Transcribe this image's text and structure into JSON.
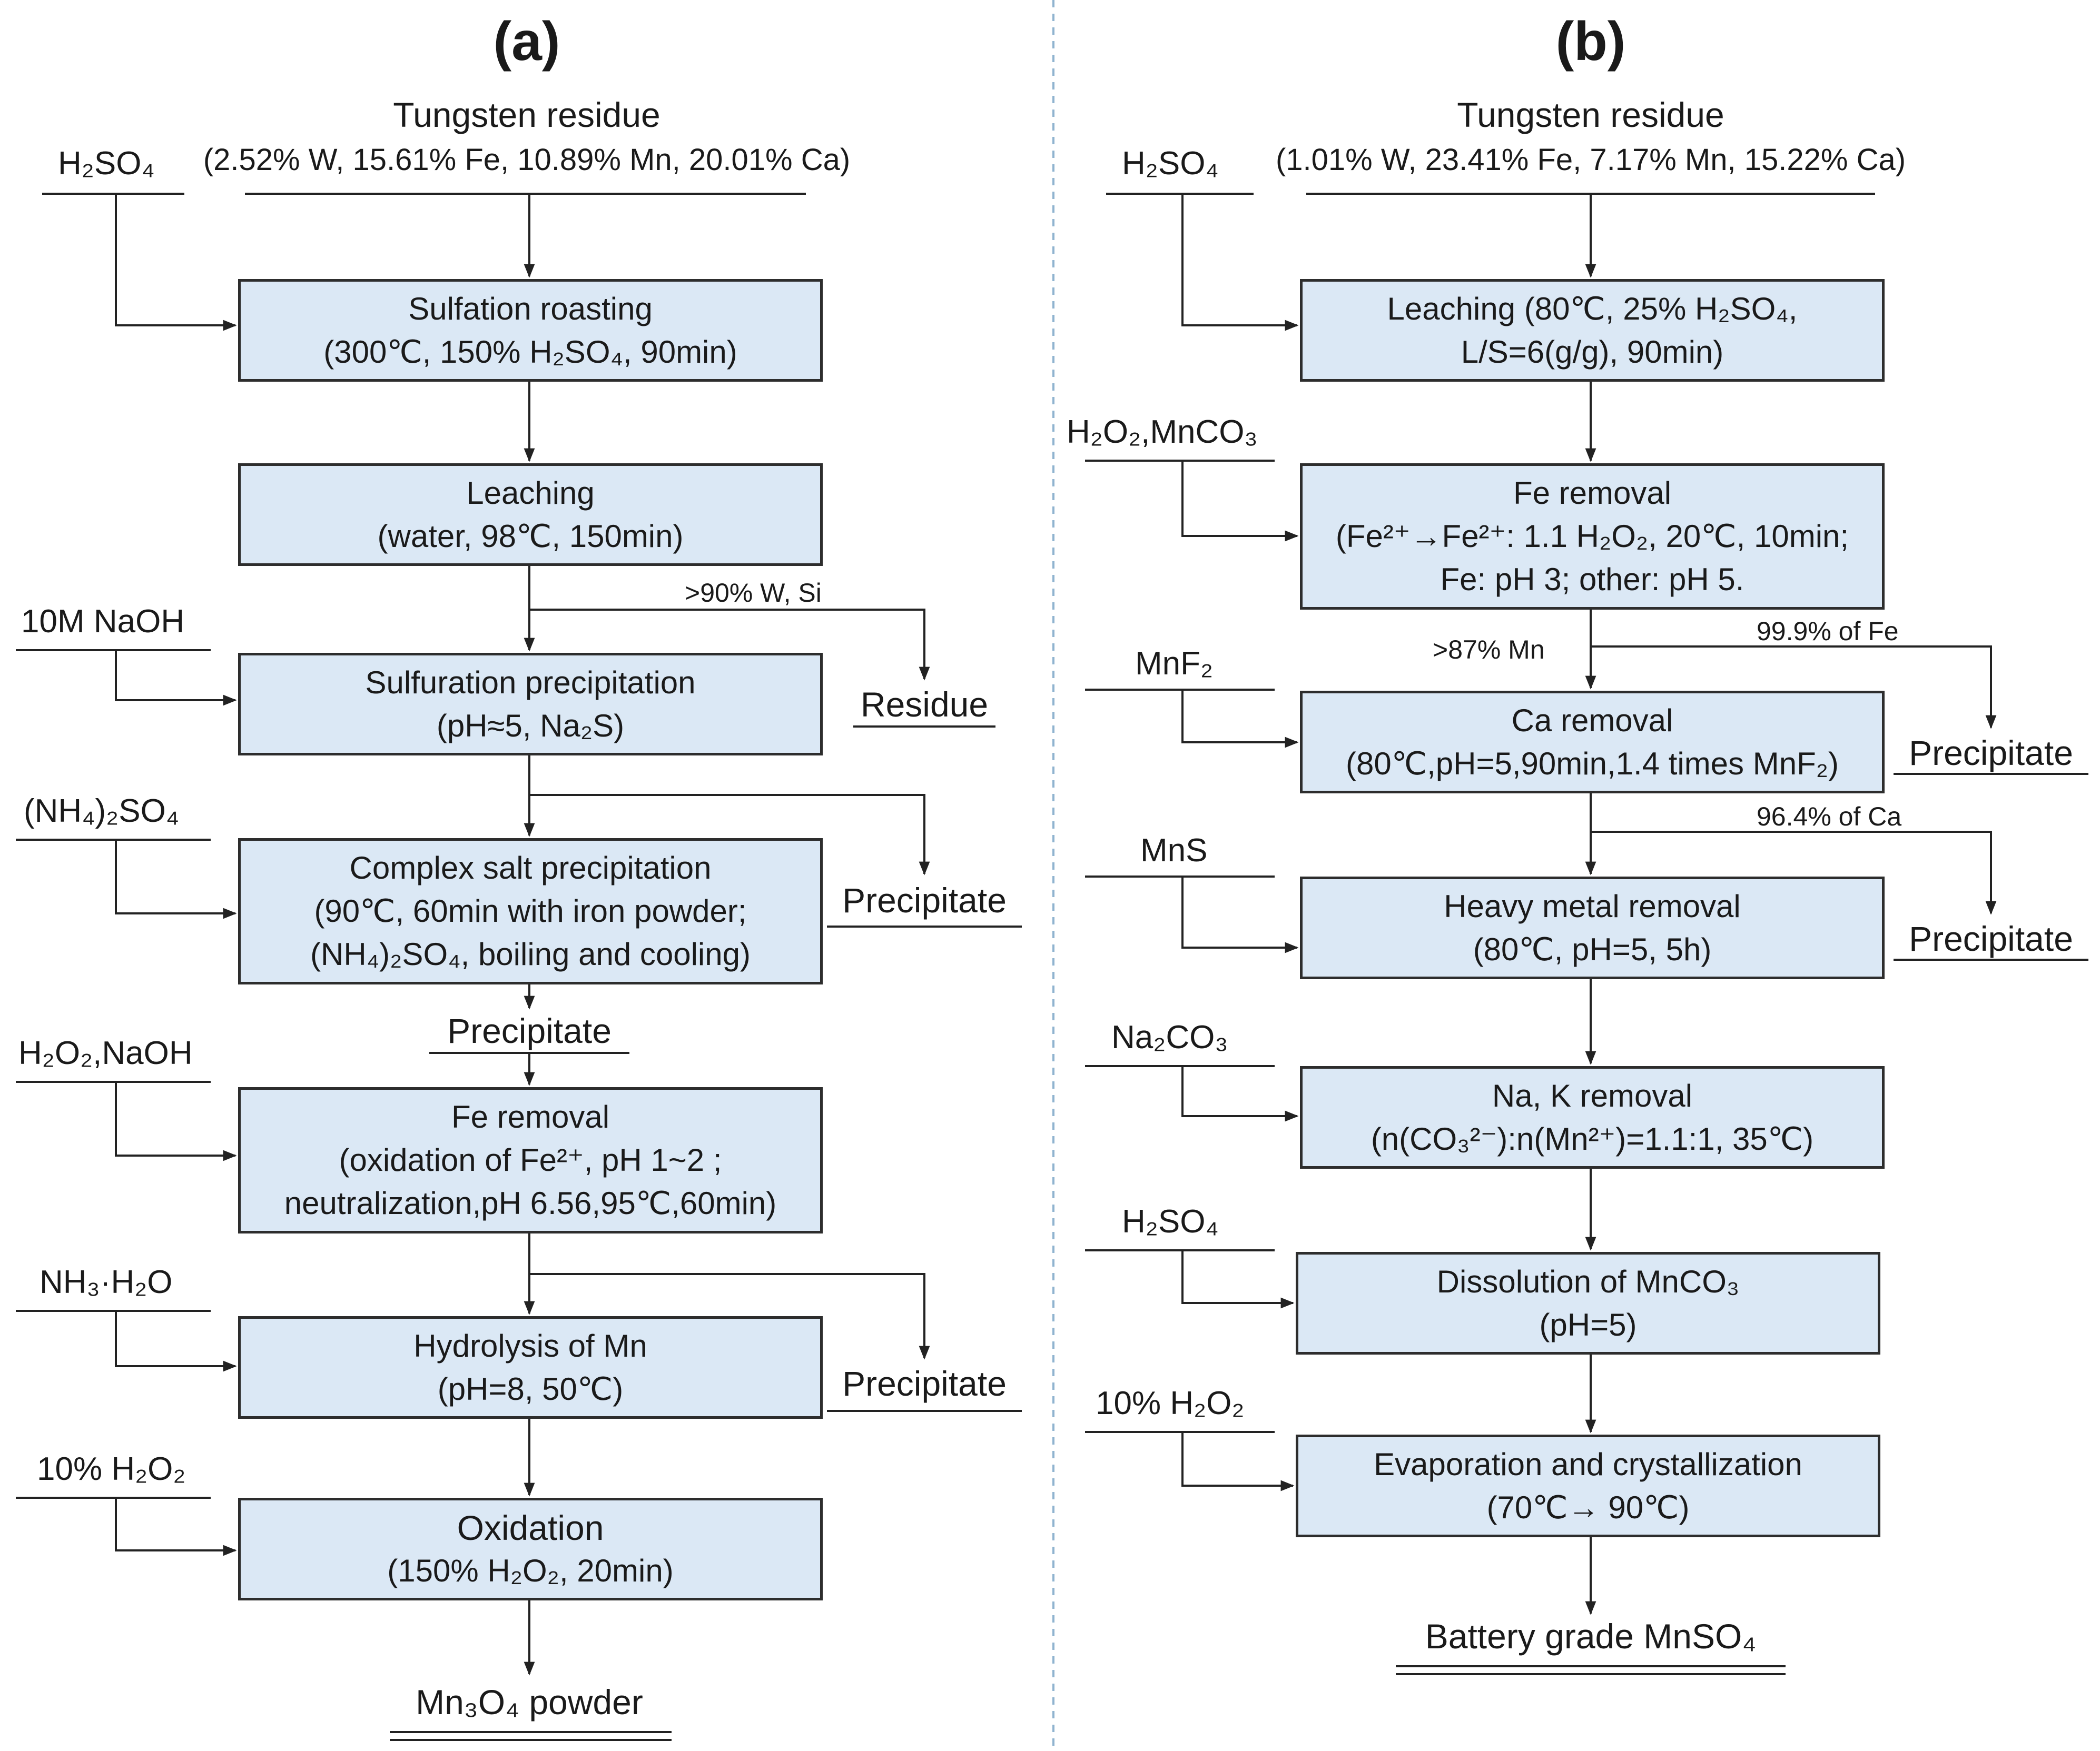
{
  "panel_a": {
    "label": "(a)",
    "source_title": "Tungsten residue",
    "source_comp": "(2.52% W, 15.61% Fe, 10.89% Mn, 20.01% Ca)",
    "steps": [
      {
        "title": "Sulfation roasting",
        "detail": "(300℃, 150% H₂SO₄, 90min)"
      },
      {
        "title": "Leaching",
        "detail": "(water, 98℃, 150min)"
      },
      {
        "title": "Sulfuration precipitation",
        "detail": "(pH≈5, Na₂S)"
      },
      {
        "title": "Complex salt precipitation",
        "detail": "(90℃, 60min with iron powder;",
        "detail2": "(NH₄)₂SO₄, boiling and cooling)"
      },
      {
        "title": "Fe removal",
        "detail": "(oxidation of Fe²⁺, pH 1~2 ;",
        "detail2": "neutralization,pH 6.56,95℃,60min)"
      },
      {
        "title": "Hydrolysis of Mn",
        "detail": "(pH=8, 50℃)"
      },
      {
        "title": "Oxidation",
        "detail": "(150% H₂O₂, 20min)"
      }
    ],
    "reagents": [
      "H₂SO₄",
      "10M NaOH",
      "(NH₄)₂SO₄",
      "H₂O₂,NaOH",
      "NH₃·H₂O",
      "10% H₂O₂"
    ],
    "side_outputs": [
      "Residue",
      "Precipitate",
      "Precipitate"
    ],
    "note_leach": ">90% W, Si",
    "mid_precipitate": "Precipitate",
    "product": "Mn₃O₄ powder"
  },
  "panel_b": {
    "label": "(b)",
    "source_title": "Tungsten residue",
    "source_comp": "(1.01% W, 23.41% Fe, 7.17% Mn, 15.22% Ca)",
    "steps": [
      {
        "title": "Leaching (80℃, 25% H₂SO₄,",
        "detail": "L/S=6(g/g), 90min)"
      },
      {
        "title": "Fe removal",
        "detail": "(Fe²⁺→Fe²⁺: 1.1 H₂O₂, 20℃, 10min;",
        "detail2": "Fe: pH 3; other: pH 5."
      },
      {
        "title": "Ca removal",
        "detail": "(80℃,pH=5,90min,1.4 times MnF₂)"
      },
      {
        "title": "Heavy metal removal",
        "detail": "(80℃, pH=5, 5h)"
      },
      {
        "title": "Na, K removal",
        "detail": "(n(CO₃²⁻):n(Mn²⁺)=1.1:1, 35℃)"
      },
      {
        "title": "Dissolution of MnCO₃",
        "detail": "(pH=5)"
      },
      {
        "title": "Evaporation and crystallization",
        "detail": "(70℃→ 90℃)"
      }
    ],
    "reagents": [
      "H₂SO₄",
      "H₂O₂,MnCO₃",
      "MnF₂",
      "MnS",
      "Na₂CO₃",
      "H₂SO₄",
      "10% H₂O₂"
    ],
    "side_outputs": [
      "Precipitate",
      "Precipitate"
    ],
    "note_mn": ">87% Mn",
    "note_fe": "99.9% of Fe",
    "note_ca": "96.4% of Ca",
    "product": "Battery grade MnSO₄"
  }
}
